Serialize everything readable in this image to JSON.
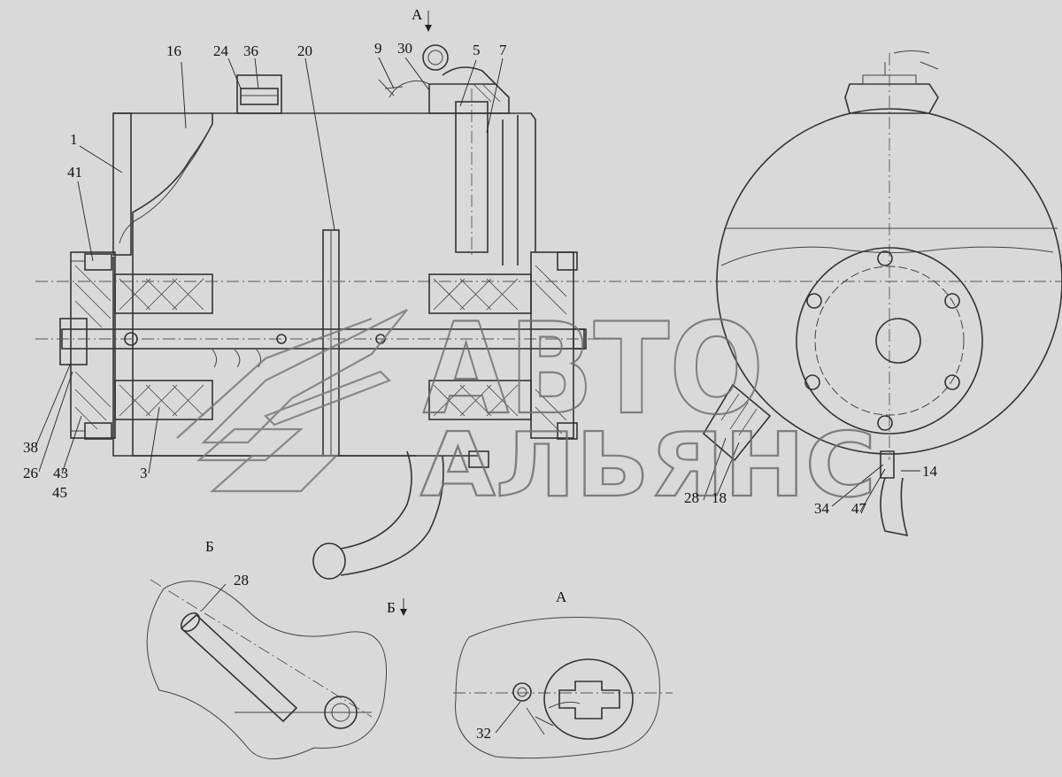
{
  "callouts": {
    "c1": "1",
    "c3": "3",
    "c5": "5",
    "c7": "7",
    "c9": "9",
    "c14": "14",
    "c16": "16",
    "c18": "18",
    "c20": "20",
    "c24": "24",
    "c26": "26",
    "c28": "28",
    "c28b": "28",
    "c30": "30",
    "c32": "32",
    "c34": "34",
    "c36": "36",
    "c38": "38",
    "c41": "41",
    "c43": "43",
    "c45": "45",
    "c47": "47"
  },
  "views": {
    "a_top": "A",
    "a_detail": "A",
    "b_detail": "Б",
    "b_arrow": "Б"
  },
  "watermark": {
    "line1": "АВТО",
    "line2": "АЛЬЯНС"
  }
}
